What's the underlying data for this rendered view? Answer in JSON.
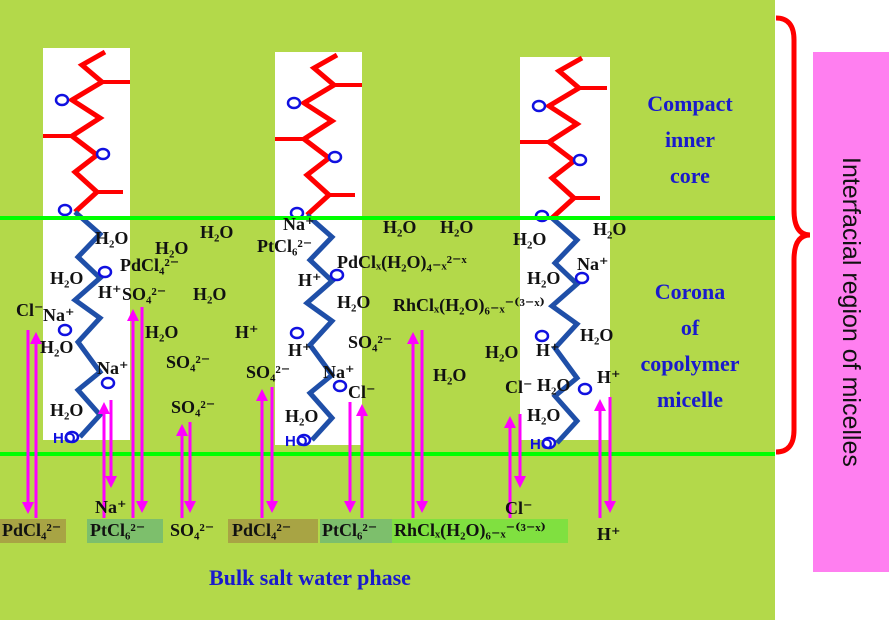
{
  "regions": {
    "core_title": "Compact inner core",
    "corona_title_lines": [
      "Corona",
      "of",
      "copolymer",
      "micelle"
    ],
    "bulk_title": "Bulk salt water phase",
    "interfacial_label": "Interfacial region of micelles"
  },
  "core_title_lines": [
    "Compact",
    "inner",
    "core"
  ],
  "corona_species": [
    "H₂O",
    "H₂O",
    "H₂O",
    "PdCl₄²⁻",
    "H₂O",
    "H⁺",
    "SO₄²⁻",
    "H₂O",
    "Cl⁻",
    "Na⁺",
    "H₂O",
    "H₂O",
    "H⁺",
    "SO₄²⁻",
    "Na⁺",
    "SO₄²⁻",
    "SO₄²⁻",
    "H₂O",
    "Na⁺",
    "PtCl₆²⁻",
    "PdClₓ(H₂O)₄₋ₓ²⁻ˣ",
    "H⁺",
    "H₂O",
    "SO₄²⁻",
    "H⁺",
    "Na⁺",
    "Cl⁻",
    "H₂O",
    "H₂O",
    "H₂O",
    "RhClₓ(H₂O)₆₋ₓ⁻⁽³⁻ˣ⁾",
    "H₂O",
    "H₂O",
    "H₂O",
    "H₂O",
    "Na⁺",
    "H₂O",
    "H₂O",
    "H⁺",
    "Cl⁻",
    "H₂O",
    "H⁺",
    "H₂O"
  ],
  "chain_end_label": "HO",
  "bulk_species": [
    "PdCl₄²⁻",
    "Na⁺",
    "PtCl₆²⁻",
    "SO₄²⁻",
    "PdCl₄²⁻",
    "PtCl₆²⁻",
    "RhClₓ(H₂O)₆₋ₓ⁻⁽³⁻ˣ⁾",
    "Cl⁻",
    "H⁺"
  ],
  "colors": {
    "background": "#b3d94a",
    "boundary": "#00ff00",
    "core_chain": "#ff0000",
    "corona_chain": "#1f4fa8",
    "arrows": "#ff00ff",
    "bracket": "#ff0000",
    "interfacial_box": "#ff7ff0",
    "title": "#1a1acc"
  }
}
